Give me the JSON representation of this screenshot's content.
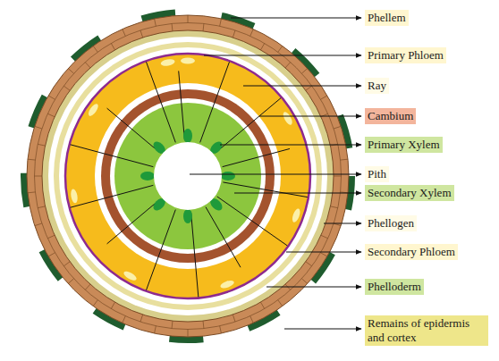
{
  "diagram": {
    "labels": [
      "Phellem",
      "Primary Phloem",
      "Ray",
      "Cambium",
      "Primary Xylem",
      "Pith",
      "Secondary Xylem",
      "Phellogen",
      "Secondary Phloem",
      "Phelloderm",
      "Remains of epidermis and cortex"
    ]
  }
}
